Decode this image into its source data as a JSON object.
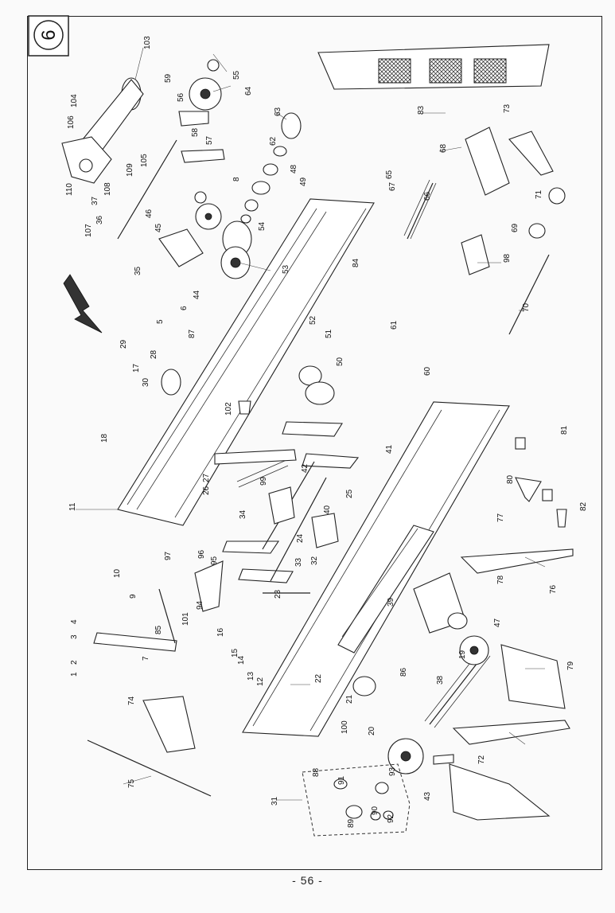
{
  "sheet": {
    "section_number": "6",
    "page_number": "- 56 -"
  },
  "part_labels": [
    "1",
    "2",
    "3",
    "4",
    "5",
    "6",
    "7",
    "8",
    "9",
    "10",
    "11",
    "12",
    "13",
    "14",
    "15",
    "16",
    "17",
    "18",
    "19",
    "20",
    "21",
    "22",
    "23",
    "24",
    "25",
    "26",
    "27",
    "28",
    "29",
    "30",
    "31",
    "32",
    "33",
    "34",
    "35",
    "36",
    "37",
    "38",
    "39",
    "40",
    "41",
    "42",
    "43",
    "44",
    "45",
    "46",
    "47",
    "48",
    "49",
    "50",
    "51",
    "52",
    "53",
    "54",
    "55",
    "56",
    "57",
    "58",
    "59",
    "60",
    "61",
    "62",
    "63",
    "64",
    "65",
    "66",
    "67",
    "68",
    "69",
    "70",
    "71",
    "72",
    "73",
    "74",
    "75",
    "76",
    "77",
    "78",
    "79",
    "80",
    "81",
    "82",
    "83",
    "84",
    "85",
    "86",
    "87",
    "88",
    "89",
    "90",
    "91",
    "92",
    "93",
    "94",
    "95",
    "96",
    "97",
    "98",
    "99",
    "100",
    "101",
    "102",
    "103",
    "104",
    "105",
    "106",
    "107",
    "108",
    "109",
    "110"
  ]
}
